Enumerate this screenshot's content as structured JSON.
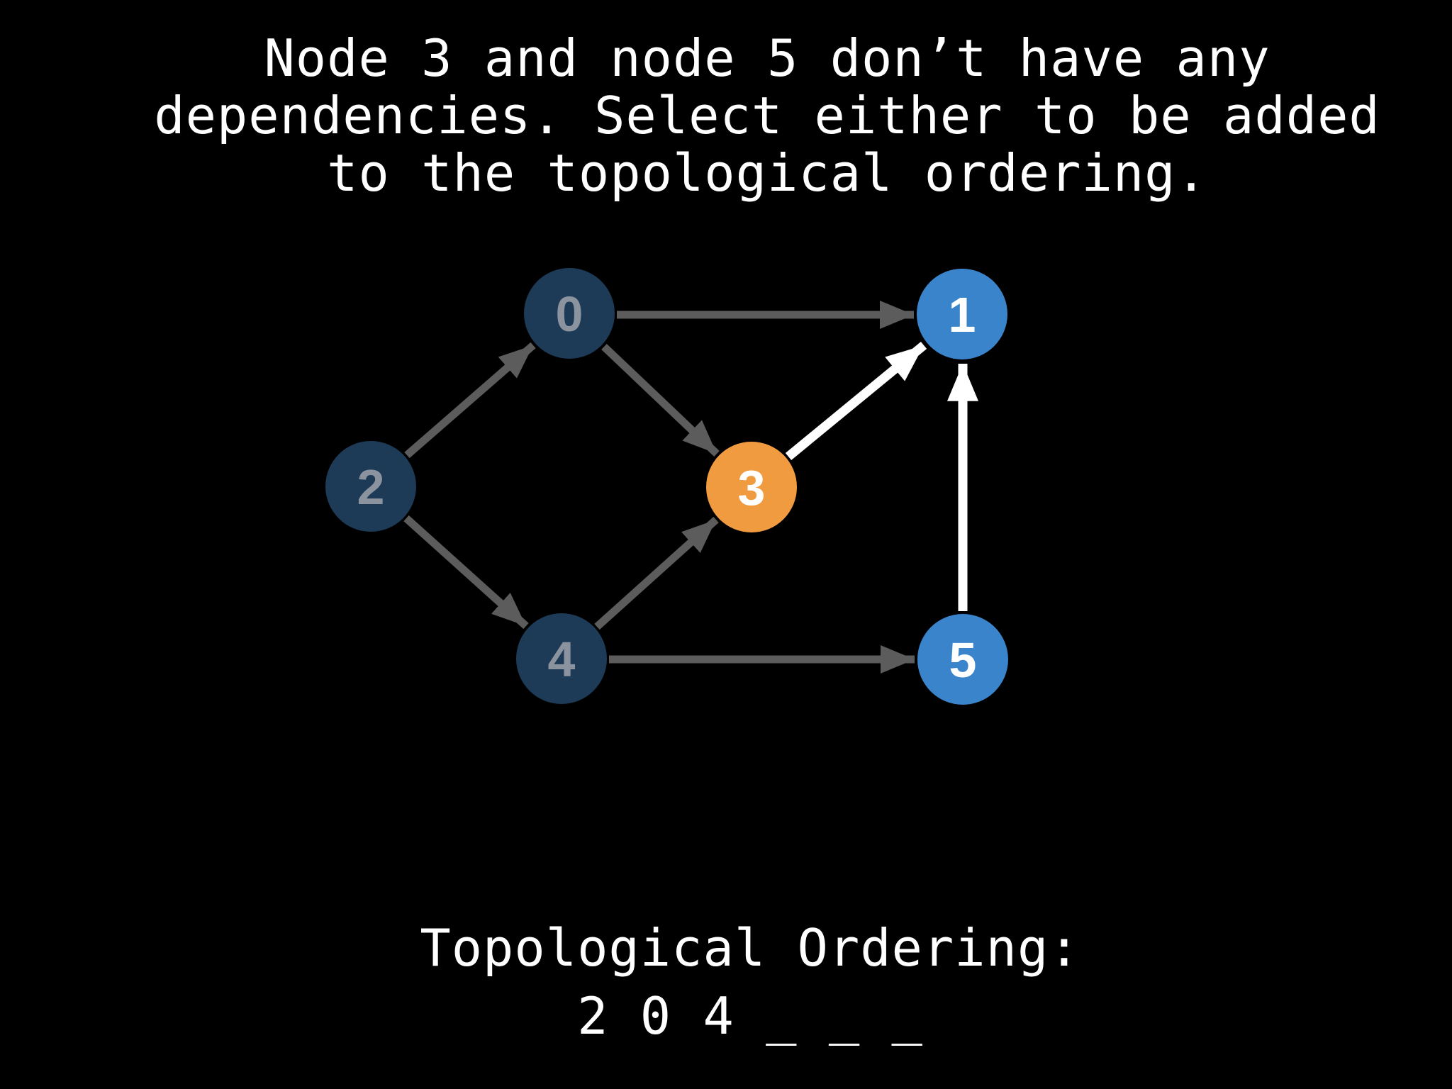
{
  "instruction": "Node 3 and node 5 don’t have any\ndependencies. Select either to be added\nto the topological ordering.",
  "ordering": {
    "label": "Topological Ordering:",
    "value": "2 0 4 _ _ _"
  },
  "colors": {
    "background": "#000000",
    "edge_default": "#5c5c5c",
    "edge_highlight": "#ffffff",
    "node_completed": "#1d3a57",
    "node_ready": "#3a84cc",
    "node_highlighted": "#f09b40",
    "node_completed_label": "#8b939e",
    "node_label_light": "#ffffff",
    "text": "#ffffff"
  },
  "graph": {
    "nodes": [
      {
        "id": 0,
        "label": "0",
        "color": "#1d3a57",
        "label_color": "#8b939e"
      },
      {
        "id": 1,
        "label": "1",
        "color": "#3a84cc",
        "label_color": "#ffffff"
      },
      {
        "id": 2,
        "label": "2",
        "color": "#1d3a57",
        "label_color": "#8b939e"
      },
      {
        "id": 3,
        "label": "3",
        "color": "#f09b40",
        "label_color": "#ffffff"
      },
      {
        "id": 4,
        "label": "4",
        "color": "#1d3a57",
        "label_color": "#8b939e"
      },
      {
        "id": 5,
        "label": "5",
        "color": "#3a84cc",
        "label_color": "#ffffff"
      }
    ],
    "edges": [
      {
        "from": 0,
        "to": 1,
        "color": "#5c5c5c"
      },
      {
        "from": 2,
        "to": 0,
        "color": "#5c5c5c"
      },
      {
        "from": 0,
        "to": 3,
        "color": "#5c5c5c"
      },
      {
        "from": 2,
        "to": 4,
        "color": "#5c5c5c"
      },
      {
        "from": 4,
        "to": 3,
        "color": "#5c5c5c"
      },
      {
        "from": 4,
        "to": 5,
        "color": "#5c5c5c"
      },
      {
        "from": 3,
        "to": 1,
        "color": "#ffffff"
      },
      {
        "from": 5,
        "to": 1,
        "color": "#ffffff"
      }
    ]
  }
}
